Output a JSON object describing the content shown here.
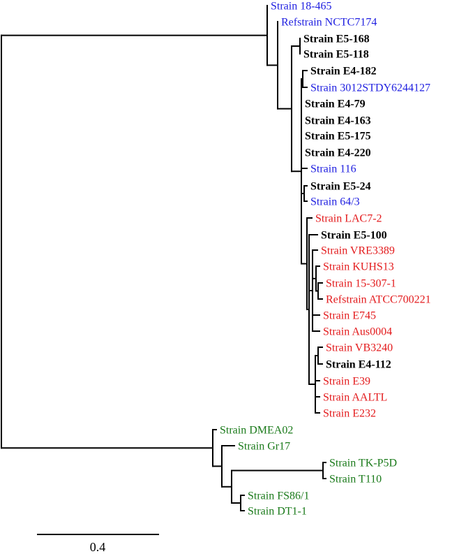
{
  "colors": {
    "blue": "#1f1fe0",
    "black": "#000000",
    "red": "#e31a1c",
    "green": "#1a7a1a"
  },
  "leaves": [
    {
      "id": "l1",
      "label": "Strain 18-465",
      "color": "blue",
      "bold": false
    },
    {
      "id": "l2",
      "label": "Refstrain NCTC7174",
      "color": "blue",
      "bold": false
    },
    {
      "id": "l3",
      "label": "Strain E5-168",
      "color": "black",
      "bold": true
    },
    {
      "id": "l4",
      "label": "Strain E5-118",
      "color": "black",
      "bold": true
    },
    {
      "id": "l5",
      "label": "Strain E4-182",
      "color": "black",
      "bold": true
    },
    {
      "id": "l6",
      "label": "Strain 3012STDY6244127",
      "color": "blue",
      "bold": false
    },
    {
      "id": "l7",
      "label": "Strain E4-79",
      "color": "black",
      "bold": true
    },
    {
      "id": "l8",
      "label": "Strain E4-163",
      "color": "black",
      "bold": true
    },
    {
      "id": "l9",
      "label": "Strain E5-175",
      "color": "black",
      "bold": true
    },
    {
      "id": "l10",
      "label": "Strain E4-220",
      "color": "black",
      "bold": true
    },
    {
      "id": "l11",
      "label": "Strain 116",
      "color": "blue",
      "bold": false
    },
    {
      "id": "l12",
      "label": "Strain E5-24",
      "color": "black",
      "bold": true
    },
    {
      "id": "l13",
      "label": "Strain 64/3",
      "color": "blue",
      "bold": false
    },
    {
      "id": "l14",
      "label": "Strain LAC7-2",
      "color": "red",
      "bold": false
    },
    {
      "id": "l15",
      "label": "Strain E5-100",
      "color": "black",
      "bold": true
    },
    {
      "id": "l16",
      "label": "Strain VRE3389",
      "color": "red",
      "bold": false
    },
    {
      "id": "l17",
      "label": "Strain KUHS13",
      "color": "red",
      "bold": false
    },
    {
      "id": "l18",
      "label": "Strain 15-307-1",
      "color": "red",
      "bold": false
    },
    {
      "id": "l19",
      "label": "Refstrain ATCC700221",
      "color": "red",
      "bold": false
    },
    {
      "id": "l20",
      "label": "Strain E745",
      "color": "red",
      "bold": false
    },
    {
      "id": "l21",
      "label": "Strain Aus0004",
      "color": "red",
      "bold": false
    },
    {
      "id": "l22",
      "label": "Strain VB3240",
      "color": "red",
      "bold": false
    },
    {
      "id": "l23",
      "label": "Strain E4-112",
      "color": "black",
      "bold": true
    },
    {
      "id": "l24",
      "label": "Strain E39",
      "color": "red",
      "bold": false
    },
    {
      "id": "l25",
      "label": "Strain AALTL",
      "color": "red",
      "bold": false
    },
    {
      "id": "l26",
      "label": "Strain E232",
      "color": "red",
      "bold": false
    },
    {
      "id": "l27",
      "label": "Strain DMEA02",
      "color": "green",
      "bold": false
    },
    {
      "id": "l28",
      "label": "Strain Gr17",
      "color": "green",
      "bold": false
    },
    {
      "id": "l29",
      "label": "Strain TK-P5D",
      "color": "green",
      "bold": false
    },
    {
      "id": "l30",
      "label": "Strain T110",
      "color": "green",
      "bold": false
    },
    {
      "id": "l31",
      "label": "Strain FS86/1",
      "color": "green",
      "bold": false
    },
    {
      "id": "l32",
      "label": "Strain DT1-1",
      "color": "green",
      "bold": false
    }
  ],
  "scale_bar": {
    "value": 0.4,
    "label": "0.4"
  }
}
